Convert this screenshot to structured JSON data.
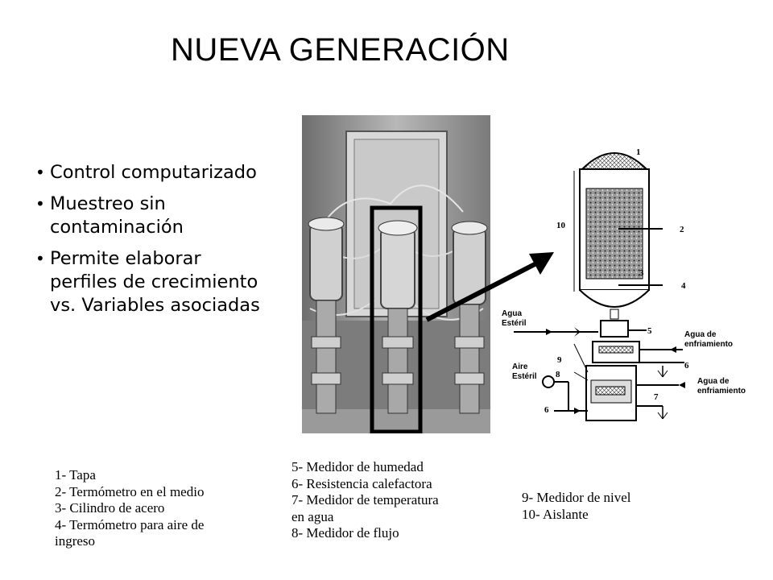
{
  "title": "NUEVA GENERACIÓN",
  "bullets": [
    "Control computarizado",
    "Muestreo sin contaminación",
    "Permite elaborar perfiles de crecimiento vs. Variables asociadas"
  ],
  "legend_col1": [
    "1- Tapa",
    "2- Termómetro en el medio",
    "3- Cilindro de acero",
    "4- Termómetro para aire de",
    "ingreso"
  ],
  "legend_col2": [
    "5- Medidor de humedad",
    "6- Resistencia calefactora",
    "7- Medidor de temperatura",
    "en agua",
    "8- Medidor de flujo"
  ],
  "legend_col3": [
    "9- Medidor de nivel",
    "10- Aislante"
  ],
  "schematic": {
    "labels": {
      "agua_esteril_1": "Agua",
      "agua_esteril_2": "Estéril",
      "aire_esteril_1": "Aire",
      "aire_esteril_2": "Estéril",
      "agua_enfriamiento_top_1": "Agua de",
      "agua_enfriamiento_top_2": "enfriamiento",
      "agua_enfriamiento_bot_1": "Agua de",
      "agua_enfriamiento_bot_2": "enfriamiento"
    },
    "numbers": {
      "n1": "1",
      "n2": "2",
      "n3": "3",
      "n4": "4",
      "n5": "5",
      "n6a": "6",
      "n6b": "6",
      "n7": "7",
      "n8": "8",
      "n9": "9",
      "n10": "10"
    }
  },
  "colors": {
    "photo_bg": "#8a8a8a",
    "highlight_box": "#000000",
    "arrow": "#000000"
  }
}
